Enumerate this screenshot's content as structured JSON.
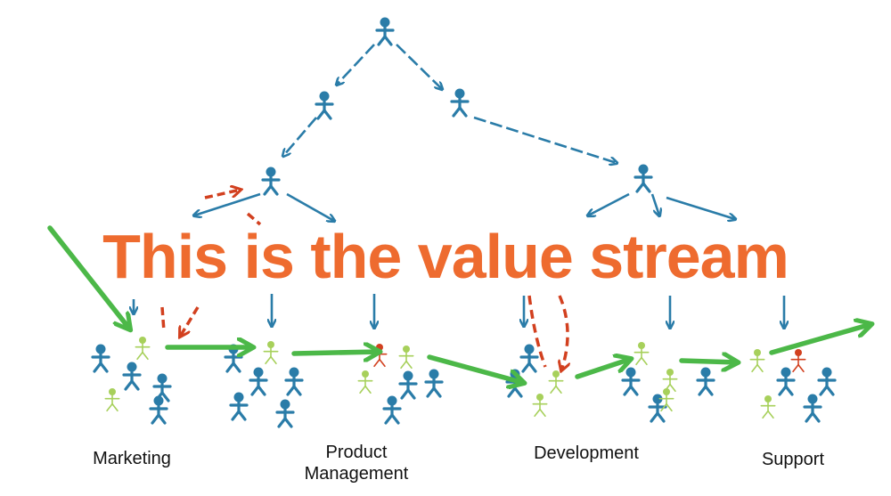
{
  "headline": "This is the value stream",
  "departments": [
    {
      "name": "Marketing"
    },
    {
      "name": "Product",
      "name2": "Management"
    },
    {
      "name": "Development"
    },
    {
      "name": "Support"
    }
  ],
  "colors": {
    "hierarchy": "#2a7ca8",
    "value_flow": "#4cb848",
    "handoff": "#d2401f",
    "highlight_person": "#a7d05b",
    "headline": "#ee6b2f"
  }
}
